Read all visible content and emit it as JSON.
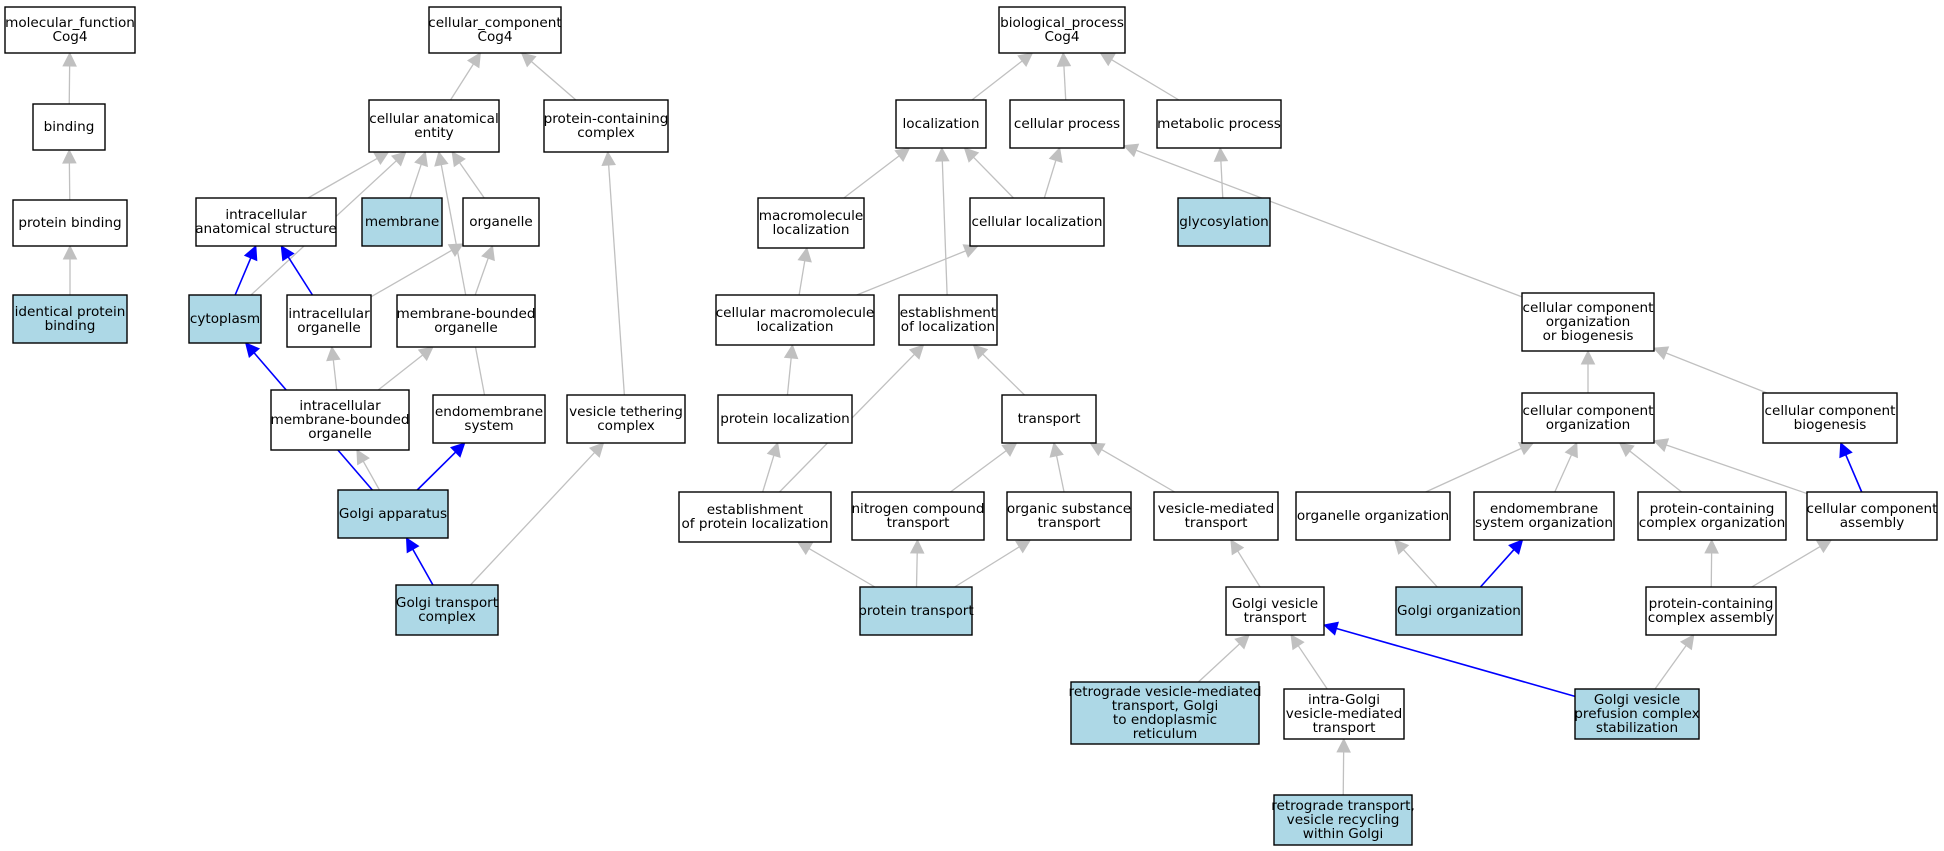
{
  "colors": {
    "highlight_fill": "#add8e6",
    "plain_fill": "#ffffff",
    "gray_edge": "#c0c0c0",
    "blue_edge": "#0000ff"
  },
  "nodes": [
    {
      "id": "mf",
      "lines": [
        "molecular_function",
        "Cog4"
      ],
      "highlight": false
    },
    {
      "id": "binding",
      "lines": [
        "binding"
      ],
      "highlight": false
    },
    {
      "id": "protein_binding",
      "lines": [
        "protein binding"
      ],
      "highlight": false
    },
    {
      "id": "identical_protein_binding",
      "lines": [
        "identical protein",
        "binding"
      ],
      "highlight": true
    },
    {
      "id": "cc",
      "lines": [
        "cellular_component",
        "Cog4"
      ],
      "highlight": false
    },
    {
      "id": "cae",
      "lines": [
        "cellular anatomical",
        "entity"
      ],
      "highlight": false
    },
    {
      "id": "pcc",
      "lines": [
        "protein-containing",
        "complex"
      ],
      "highlight": false
    },
    {
      "id": "ias",
      "lines": [
        "intracellular",
        "anatomical structure"
      ],
      "highlight": false
    },
    {
      "id": "membrane",
      "lines": [
        "membrane"
      ],
      "highlight": true
    },
    {
      "id": "organelle",
      "lines": [
        "organelle"
      ],
      "highlight": false
    },
    {
      "id": "cytoplasm",
      "lines": [
        "cytoplasm"
      ],
      "highlight": true
    },
    {
      "id": "intra_org",
      "lines": [
        "intracellular",
        "organelle"
      ],
      "highlight": false
    },
    {
      "id": "mbo",
      "lines": [
        "membrane-bounded",
        "organelle"
      ],
      "highlight": false
    },
    {
      "id": "imbo",
      "lines": [
        "intracellular",
        "membrane-bounded",
        "organelle"
      ],
      "highlight": false
    },
    {
      "id": "endo_sys",
      "lines": [
        "endomembrane",
        "system"
      ],
      "highlight": false
    },
    {
      "id": "vtc",
      "lines": [
        "vesicle tethering",
        "complex"
      ],
      "highlight": false
    },
    {
      "id": "golgi_app",
      "lines": [
        "Golgi apparatus"
      ],
      "highlight": true
    },
    {
      "id": "gtc",
      "lines": [
        "Golgi transport",
        "complex"
      ],
      "highlight": true
    },
    {
      "id": "bp",
      "lines": [
        "biological_process",
        "Cog4"
      ],
      "highlight": false
    },
    {
      "id": "localization",
      "lines": [
        "localization"
      ],
      "highlight": false
    },
    {
      "id": "cell_proc",
      "lines": [
        "cellular process"
      ],
      "highlight": false
    },
    {
      "id": "met_proc",
      "lines": [
        "metabolic process"
      ],
      "highlight": false
    },
    {
      "id": "macro_loc",
      "lines": [
        "macromolecule",
        "localization"
      ],
      "highlight": false
    },
    {
      "id": "cell_loc",
      "lines": [
        "cellular localization"
      ],
      "highlight": false
    },
    {
      "id": "glyco",
      "lines": [
        "glycosylation"
      ],
      "highlight": true
    },
    {
      "id": "cm_loc",
      "lines": [
        "cellular macromolecule",
        "localization"
      ],
      "highlight": false
    },
    {
      "id": "est_loc",
      "lines": [
        "establishment",
        "of localization"
      ],
      "highlight": false
    },
    {
      "id": "ccob",
      "lines": [
        "cellular component",
        "organization",
        "or biogenesis"
      ],
      "highlight": false
    },
    {
      "id": "prot_loc",
      "lines": [
        "protein localization"
      ],
      "highlight": false
    },
    {
      "id": "transport",
      "lines": [
        "transport"
      ],
      "highlight": false
    },
    {
      "id": "cco",
      "lines": [
        "cellular component",
        "organization"
      ],
      "highlight": false
    },
    {
      "id": "ccb",
      "lines": [
        "cellular component",
        "biogenesis"
      ],
      "highlight": false
    },
    {
      "id": "est_prot_loc",
      "lines": [
        "establishment",
        "of protein localization"
      ],
      "highlight": false
    },
    {
      "id": "ncomp_tr",
      "lines": [
        "nitrogen compound",
        "transport"
      ],
      "highlight": false
    },
    {
      "id": "org_sub_tr",
      "lines": [
        "organic substance",
        "transport"
      ],
      "highlight": false
    },
    {
      "id": "ves_tr",
      "lines": [
        "vesicle-mediated",
        "transport"
      ],
      "highlight": false
    },
    {
      "id": "org_org",
      "lines": [
        "organelle organization"
      ],
      "highlight": false
    },
    {
      "id": "endo_org",
      "lines": [
        "endomembrane",
        "system organization"
      ],
      "highlight": false
    },
    {
      "id": "pc_org",
      "lines": [
        "protein-containing",
        "complex organization"
      ],
      "highlight": false
    },
    {
      "id": "cca",
      "lines": [
        "cellular component",
        "assembly"
      ],
      "highlight": false
    },
    {
      "id": "prot_tr",
      "lines": [
        "protein transport"
      ],
      "highlight": true
    },
    {
      "id": "golgi_ves_tr",
      "lines": [
        "Golgi vesicle",
        "transport"
      ],
      "highlight": false
    },
    {
      "id": "golgi_org",
      "lines": [
        "Golgi organization"
      ],
      "highlight": true
    },
    {
      "id": "pc_asm",
      "lines": [
        "protein-containing",
        "complex assembly"
      ],
      "highlight": false
    },
    {
      "id": "retro_ves",
      "lines": [
        "retrograde vesicle-mediated",
        "transport, Golgi",
        "to endoplasmic",
        "reticulum"
      ],
      "highlight": true
    },
    {
      "id": "intra_golgi",
      "lines": [
        "intra-Golgi",
        "vesicle-mediated",
        "transport"
      ],
      "highlight": false
    },
    {
      "id": "gvpcs",
      "lines": [
        "Golgi vesicle",
        "prefusion complex",
        "stabilization"
      ],
      "highlight": true
    },
    {
      "id": "retro_recyc",
      "lines": [
        "retrograde transport,",
        "vesicle recycling",
        "within Golgi"
      ],
      "highlight": true
    }
  ],
  "edges": [
    {
      "from": "binding",
      "to": "mf",
      "color": "gray"
    },
    {
      "from": "protein_binding",
      "to": "binding",
      "color": "gray"
    },
    {
      "from": "identical_protein_binding",
      "to": "protein_binding",
      "color": "gray"
    },
    {
      "from": "cae",
      "to": "cc",
      "color": "gray"
    },
    {
      "from": "pcc",
      "to": "cc",
      "color": "gray"
    },
    {
      "from": "ias",
      "to": "cae",
      "color": "gray"
    },
    {
      "from": "membrane",
      "to": "cae",
      "color": "gray"
    },
    {
      "from": "organelle",
      "to": "cae",
      "color": "gray"
    },
    {
      "from": "cytoplasm",
      "to": "cae",
      "color": "gray"
    },
    {
      "from": "endo_sys",
      "to": "cae",
      "color": "gray"
    },
    {
      "from": "cytoplasm",
      "to": "ias",
      "color": "blue"
    },
    {
      "from": "intra_org",
      "to": "ias",
      "color": "blue"
    },
    {
      "from": "intra_org",
      "to": "organelle",
      "color": "gray"
    },
    {
      "from": "mbo",
      "to": "organelle",
      "color": "gray"
    },
    {
      "from": "imbo",
      "to": "intra_org",
      "color": "gray"
    },
    {
      "from": "imbo",
      "to": "mbo",
      "color": "gray"
    },
    {
      "from": "golgi_app",
      "to": "cytoplasm",
      "color": "blue"
    },
    {
      "from": "golgi_app",
      "to": "imbo",
      "color": "gray"
    },
    {
      "from": "golgi_app",
      "to": "endo_sys",
      "color": "blue"
    },
    {
      "from": "vtc",
      "to": "pcc",
      "color": "gray"
    },
    {
      "from": "gtc",
      "to": "golgi_app",
      "color": "blue"
    },
    {
      "from": "gtc",
      "to": "vtc",
      "color": "gray"
    },
    {
      "from": "localization",
      "to": "bp",
      "color": "gray"
    },
    {
      "from": "cell_proc",
      "to": "bp",
      "color": "gray"
    },
    {
      "from": "met_proc",
      "to": "bp",
      "color": "gray"
    },
    {
      "from": "macro_loc",
      "to": "localization",
      "color": "gray"
    },
    {
      "from": "cell_loc",
      "to": "localization",
      "color": "gray"
    },
    {
      "from": "cell_loc",
      "to": "cell_proc",
      "color": "gray"
    },
    {
      "from": "glyco",
      "to": "met_proc",
      "color": "gray"
    },
    {
      "from": "est_loc",
      "to": "localization",
      "color": "gray"
    },
    {
      "from": "ccob",
      "to": "cell_proc",
      "color": "gray"
    },
    {
      "from": "cm_loc",
      "to": "macro_loc",
      "color": "gray"
    },
    {
      "from": "cm_loc",
      "to": "cell_loc",
      "color": "gray"
    },
    {
      "from": "prot_loc",
      "to": "cm_loc",
      "color": "gray"
    },
    {
      "from": "transport",
      "to": "est_loc",
      "color": "gray"
    },
    {
      "from": "cco",
      "to": "ccob",
      "color": "gray"
    },
    {
      "from": "ccb",
      "to": "ccob",
      "color": "gray"
    },
    {
      "from": "est_prot_loc",
      "to": "prot_loc",
      "color": "gray"
    },
    {
      "from": "est_prot_loc",
      "to": "est_loc",
      "color": "gray"
    },
    {
      "from": "ncomp_tr",
      "to": "transport",
      "color": "gray"
    },
    {
      "from": "org_sub_tr",
      "to": "transport",
      "color": "gray"
    },
    {
      "from": "ves_tr",
      "to": "transport",
      "color": "gray"
    },
    {
      "from": "org_org",
      "to": "cco",
      "color": "gray"
    },
    {
      "from": "endo_org",
      "to": "cco",
      "color": "gray"
    },
    {
      "from": "pc_org",
      "to": "cco",
      "color": "gray"
    },
    {
      "from": "cca",
      "to": "cco",
      "color": "gray"
    },
    {
      "from": "cca",
      "to": "ccb",
      "color": "blue"
    },
    {
      "from": "prot_tr",
      "to": "est_prot_loc",
      "color": "gray"
    },
    {
      "from": "prot_tr",
      "to": "ncomp_tr",
      "color": "gray"
    },
    {
      "from": "prot_tr",
      "to": "org_sub_tr",
      "color": "gray"
    },
    {
      "from": "golgi_ves_tr",
      "to": "ves_tr",
      "color": "gray"
    },
    {
      "from": "golgi_org",
      "to": "org_org",
      "color": "gray"
    },
    {
      "from": "golgi_org",
      "to": "endo_org",
      "color": "blue"
    },
    {
      "from": "pc_asm",
      "to": "pc_org",
      "color": "gray"
    },
    {
      "from": "pc_asm",
      "to": "cca",
      "color": "gray"
    },
    {
      "from": "retro_ves",
      "to": "golgi_ves_tr",
      "color": "gray"
    },
    {
      "from": "intra_golgi",
      "to": "golgi_ves_tr",
      "color": "gray"
    },
    {
      "from": "gvpcs",
      "to": "golgi_ves_tr",
      "color": "blue"
    },
    {
      "from": "gvpcs",
      "to": "pc_asm",
      "color": "gray"
    },
    {
      "from": "retro_recyc",
      "to": "intra_golgi",
      "color": "gray"
    }
  ]
}
